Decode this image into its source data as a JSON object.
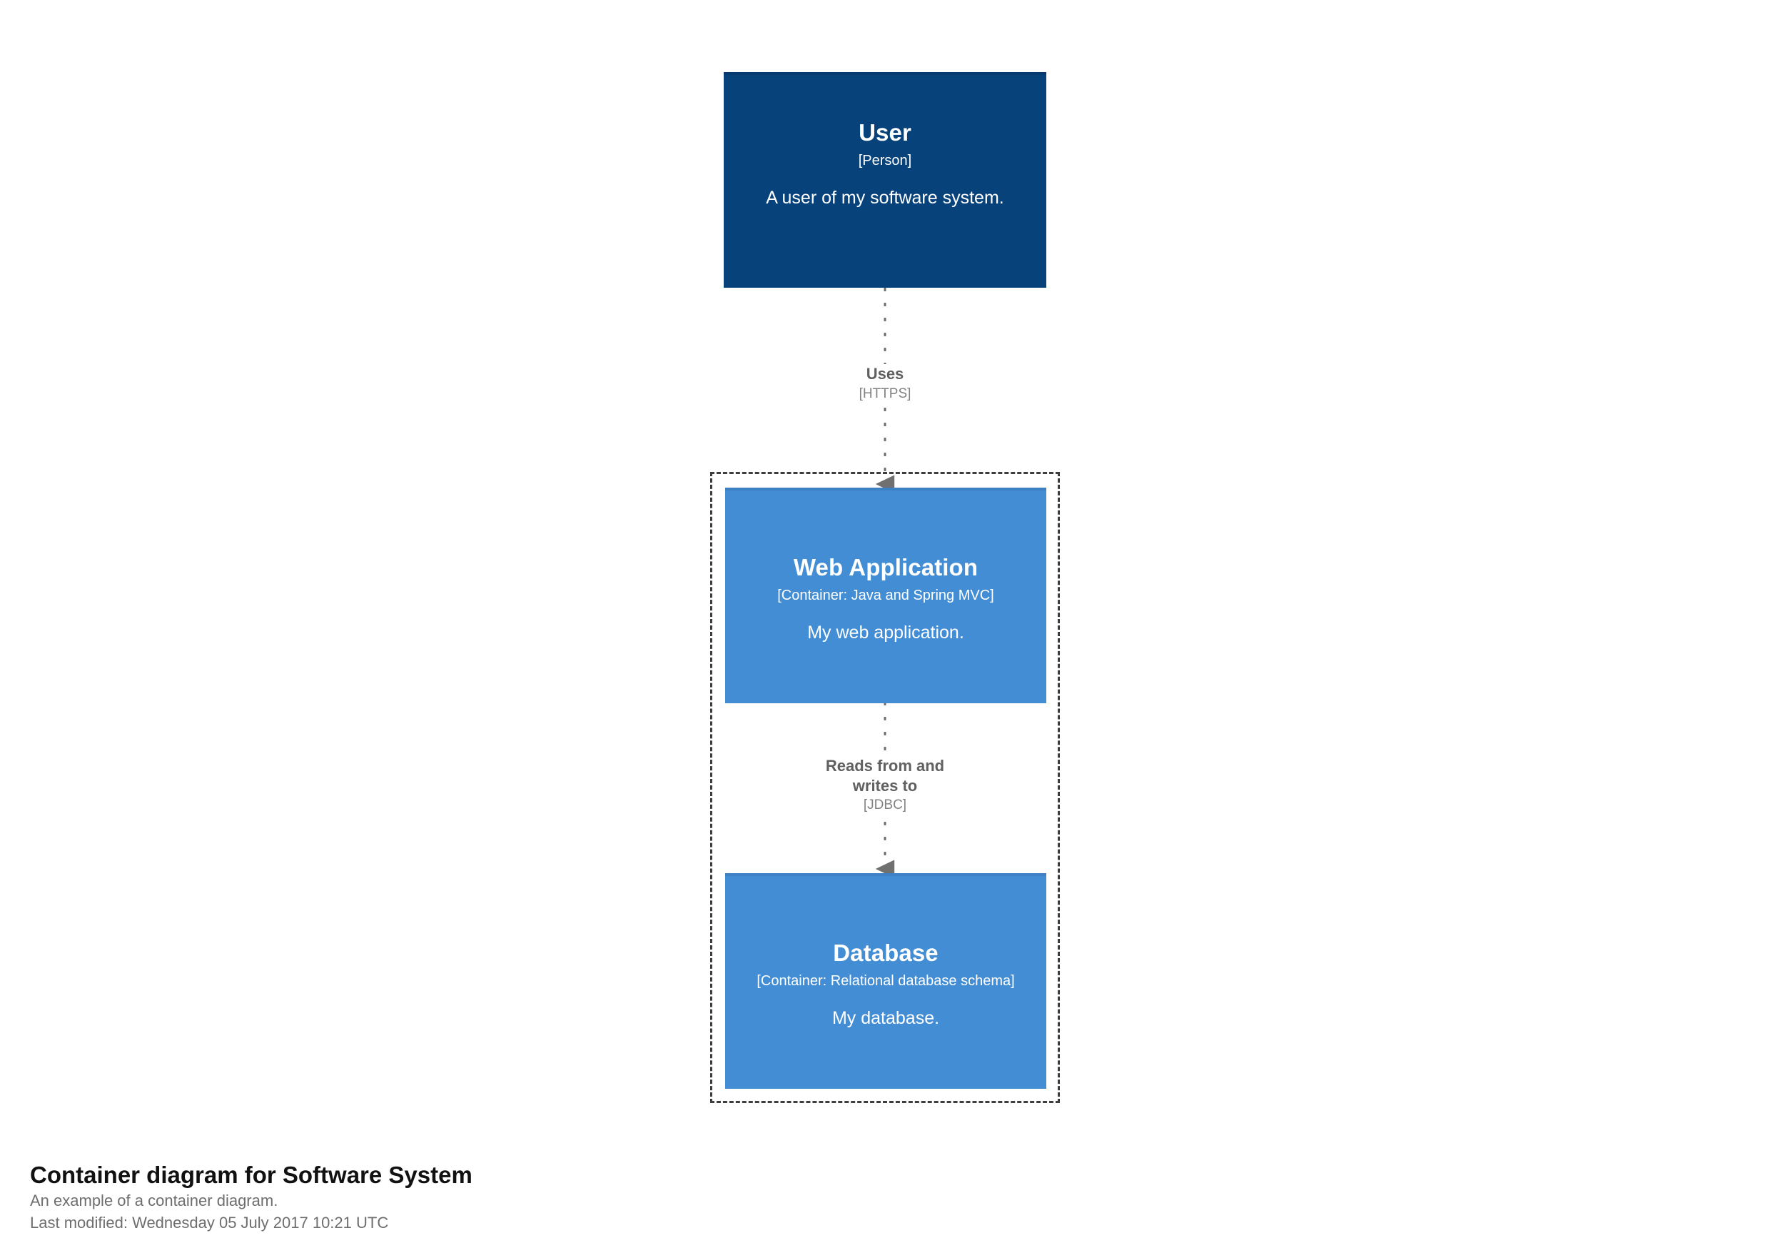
{
  "diagram": {
    "kind": "c4-container-diagram",
    "background_color": "#ffffff",
    "palette": {
      "person_fill": "#08427b",
      "person_stroke": "#073b6f",
      "container_fill": "#438dd5",
      "container_stroke": "#3d81c4",
      "boundary_stroke": "#3d3d3d",
      "relationship_line": "#707070",
      "relationship_text": "#606060",
      "relationship_tech_text": "#828282",
      "node_text": "#ffffff"
    },
    "nodes": [
      {
        "id": "user",
        "name": "User",
        "type": "[Person]",
        "description": "A user of my software system.",
        "shape": "box",
        "style": "person"
      },
      {
        "id": "webapp",
        "name": "Web Application",
        "type": "[Container: Java and Spring MVC]",
        "description": "My web application.",
        "shape": "box",
        "style": "container"
      },
      {
        "id": "database",
        "name": "Database",
        "type": "[Container: Relational database schema]",
        "description": "My database.",
        "shape": "box",
        "style": "container"
      }
    ],
    "boundary": {
      "id": "software-system-boundary",
      "label": "",
      "line_style": "dashed"
    },
    "relationships": [
      {
        "id": "rel-user-webapp",
        "source": "user",
        "destination": "webapp",
        "description": "Uses",
        "technology": "[HTTPS]",
        "line_style": "dashed",
        "arrow": "filled-triangle"
      },
      {
        "id": "rel-webapp-database",
        "source": "webapp",
        "destination": "database",
        "description": "Reads from and writes to",
        "description_line_1": "Reads from and",
        "description_line_2": "writes to",
        "technology": "[JDBC]",
        "line_style": "dashed",
        "arrow": "filled-triangle"
      }
    ]
  },
  "caption": {
    "title": "Container diagram for Software System",
    "description": "An example of a container diagram.",
    "last_modified": "Last modified: Wednesday 05 July 2017 10:21 UTC"
  }
}
